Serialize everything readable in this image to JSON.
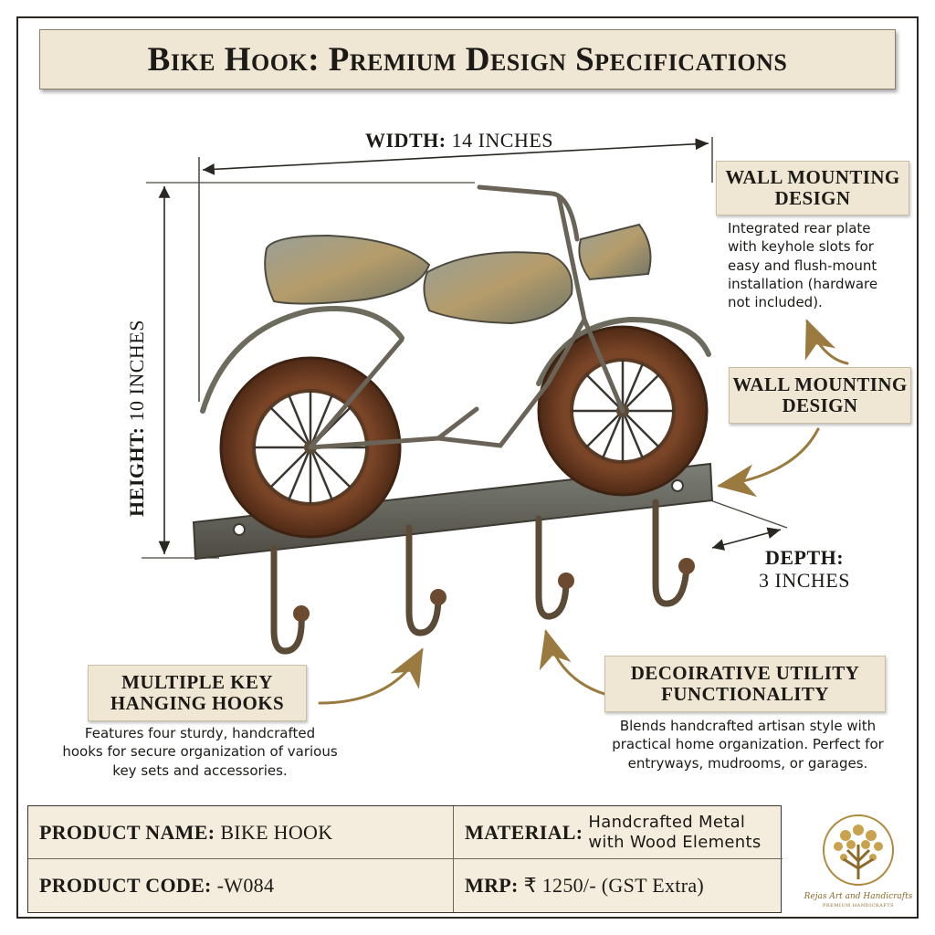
{
  "title": "Bike Hook: Premium Design Specifications",
  "dimensions": {
    "width_key": "WIDTH:",
    "width_value": "14 INCHES",
    "height_key": "HEIGHT:",
    "height_value": "10 INCHES",
    "depth_key": "DEPTH:",
    "depth_value": "3 INCHES"
  },
  "features": {
    "wall_mounting_top": {
      "line1": "WALL MOUNTING",
      "line2": "DESIGN",
      "desc": [
        "Integrated rear plate",
        "with keyhole slots for",
        "easy and flush-mount",
        "installation (hardware",
        "not included)."
      ]
    },
    "wall_mounting_mid": {
      "line1": "WALL MOUNTING",
      "line2": "DESIGN"
    },
    "hooks": {
      "line1": "MULTIPLE KEY",
      "line2": "HANGING HOOKS",
      "desc": [
        "Features four sturdy, handcrafted",
        "hooks for secure organization of various",
        "key sets and accessories."
      ]
    },
    "utility": {
      "line1": "DECOIRATIVE UTILITY",
      "line2": "FUNCTIONALITY",
      "desc": [
        "Blends handcrafted artisan style with",
        "practical home organization. Perfect for",
        "entryways, mudrooms, or garages."
      ]
    }
  },
  "specs": {
    "product_name_key": "PRODUCT NAME:",
    "product_name_value": "BIKE HOOK",
    "material_key": "MATERIAL:",
    "material_value_line1": "Handcrafted Metal",
    "material_value_line2": "with Wood Elements",
    "product_code_key": "PRODUCT CODE:",
    "product_code_value": "-W084",
    "mrp_key": "MRP:",
    "mrp_value": "₹ 1250/- (GST Extra)"
  },
  "brand": {
    "name": "Rejas Art and Handicrafts",
    "tagline": "PREMIUM HANDICRAFTS"
  },
  "colors": {
    "banner": "#efe6d3",
    "metal": "#7d7f72",
    "rust": "#6e3b20",
    "gold": "#b08a3c"
  }
}
